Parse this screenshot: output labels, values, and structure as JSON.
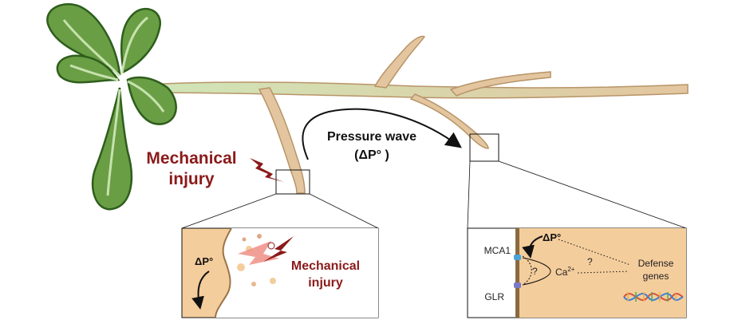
{
  "colors": {
    "leaf_fill": "#6a9e45",
    "leaf_edge": "#2e5e1c",
    "root_fill": "#e3c69f",
    "root_edge": "#b89468",
    "panel_fill": "#f4cd9c",
    "injury_red": "#8b1a1a",
    "arrow": "#111111"
  },
  "labels": {
    "main_injury_line1": "Mechanical",
    "main_injury_line2": "injury",
    "wave_line1": "Pressure wave",
    "wave_line2": "(ΔP° )"
  },
  "left_panel": {
    "delta_p": "ΔP°",
    "injury_line1": "Mechanical",
    "injury_line2": "injury"
  },
  "right_panel": {
    "delta_p": "ΔP°",
    "mca1": "MCA1",
    "glr": "GLR",
    "question_1": "?",
    "question_2": "?",
    "calcium": "Ca",
    "calcium_sup": "2+",
    "defense_line1": "Defense",
    "defense_line2": "genes"
  },
  "icons": [
    "lightning-bolt-icon",
    "dna-helix-icon",
    "curved-arrow-icon"
  ]
}
